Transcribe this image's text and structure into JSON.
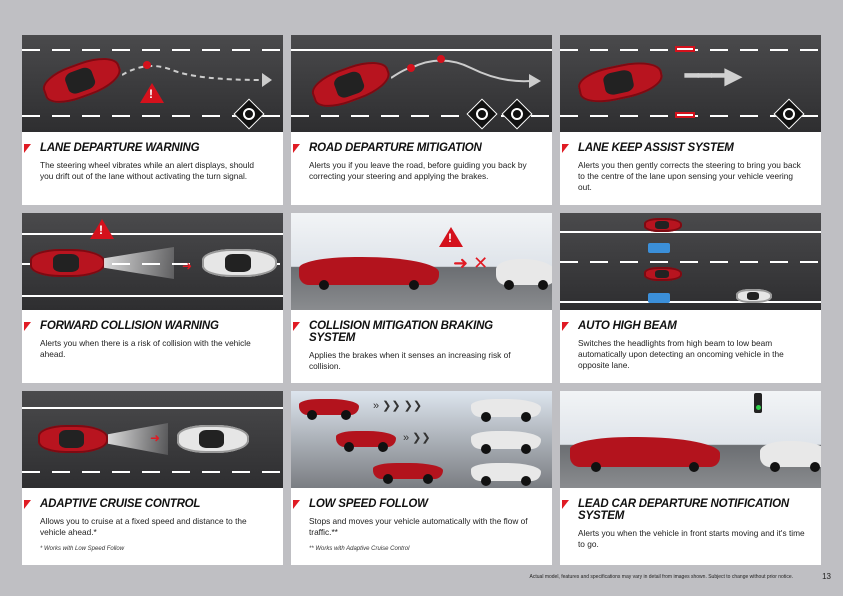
{
  "features": [
    {
      "title": "LANE DEPARTURE WARNING",
      "desc": "The steering wheel vibrates while an alert displays, should you drift out of the lane without activating the turn signal."
    },
    {
      "title": "ROAD DEPARTURE MITIGATION",
      "desc": "Alerts you if you leave the road, before guiding you back by correcting your steering and applying the brakes."
    },
    {
      "title": "LANE KEEP ASSIST SYSTEM",
      "desc": "Alerts you then gently corrects the steering to bring you back to the centre of the lane upon sensing your vehicle veering out."
    },
    {
      "title": "FORWARD COLLISION WARNING",
      "desc": "Alerts you when there is a risk of collision with the vehicle ahead."
    },
    {
      "title": "COLLISION MITIGATION BRAKING SYSTEM",
      "desc": "Applies the brakes when it senses an increasing risk of collision."
    },
    {
      "title": "AUTO HIGH BEAM",
      "desc": "Switches the headlights from high beam to low beam automatically upon detecting an oncoming vehicle in the opposite lane."
    },
    {
      "title": "ADAPTIVE CRUISE CONTROL",
      "desc": "Allows you to cruise at a fixed speed and distance to the vehicle ahead.*",
      "note": "* Works with Low Speed Follow"
    },
    {
      "title": "LOW SPEED FOLLOW",
      "desc": "Stops and moves your vehicle automatically with the flow of traffic.**",
      "note": "** Works with Adaptive Cruise Control"
    },
    {
      "title": "LEAD CAR DEPARTURE NOTIFICATION SYSTEM",
      "desc": "Alerts you when the vehicle in front starts moving and it's time to go."
    }
  ],
  "footer": {
    "disclaimer": "Actual model, features and specifications may vary in detail from images shown. Subject to change without prior notice.",
    "page_number": "13"
  }
}
